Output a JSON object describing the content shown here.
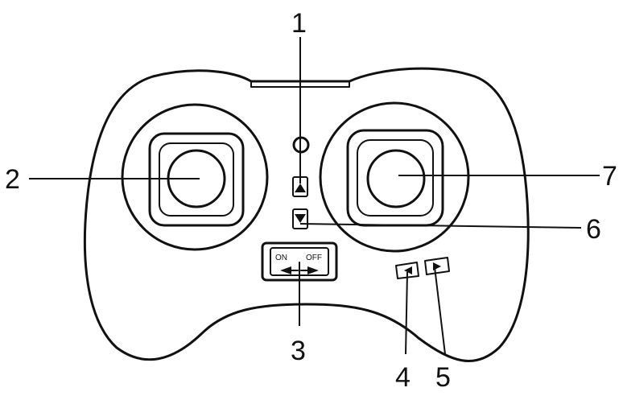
{
  "callouts": [
    {
      "id": "1",
      "label": "1"
    },
    {
      "id": "2",
      "label": "2"
    },
    {
      "id": "3",
      "label": "3"
    },
    {
      "id": "4",
      "label": "4"
    },
    {
      "id": "5",
      "label": "5"
    },
    {
      "id": "6",
      "label": "6"
    },
    {
      "id": "7",
      "label": "7"
    }
  ],
  "power_switch": {
    "on_label": "ON",
    "off_label": "OFF"
  },
  "colors": {
    "ink": "#111111",
    "background": "#ffffff"
  }
}
